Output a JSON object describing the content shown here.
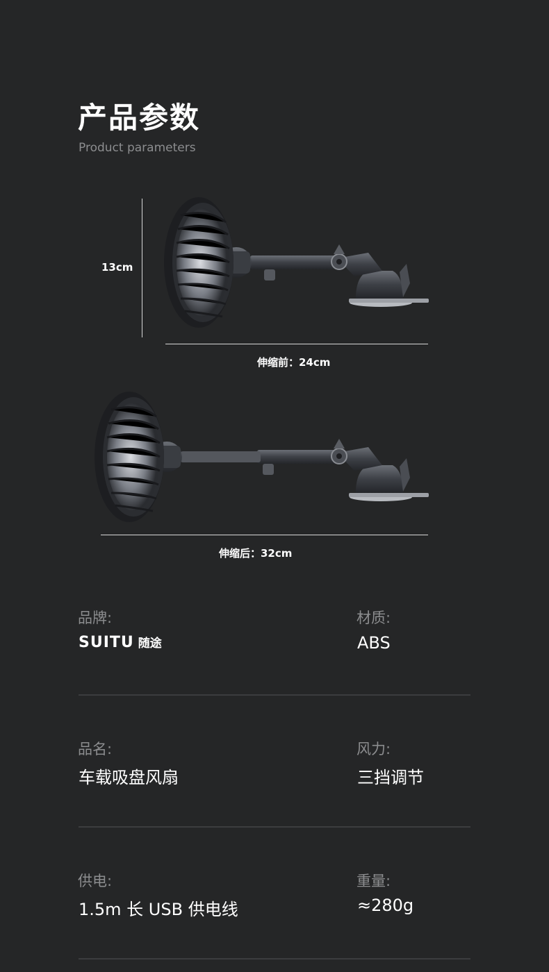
{
  "header": {
    "title": "产品参数",
    "subtitle": "Product parameters"
  },
  "dimensions": {
    "height_label": "13cm",
    "retracted_label": "伸缩前：24cm",
    "extended_label": "伸缩后：32cm"
  },
  "product_images": {
    "retracted_icon": "car-fan-retracted",
    "extended_icon": "car-fan-extended"
  },
  "specs": {
    "brand": {
      "label": "品牌:",
      "value_latin": "SUITU",
      "value_cn": "随途"
    },
    "material": {
      "label": "材质:",
      "value": "ABS"
    },
    "name": {
      "label": "品名:",
      "value": "车载吸盘风扇"
    },
    "airflow": {
      "label": "风力:",
      "value": "三挡调节"
    },
    "power": {
      "label": "供电:",
      "value": "1.5m 长 USB 供电线"
    },
    "weight": {
      "label": "重量:",
      "value": "≈280g"
    }
  },
  "colors": {
    "background": "#252627",
    "muted_text": "#8c8d8f",
    "divider": "#3c3d3f"
  }
}
